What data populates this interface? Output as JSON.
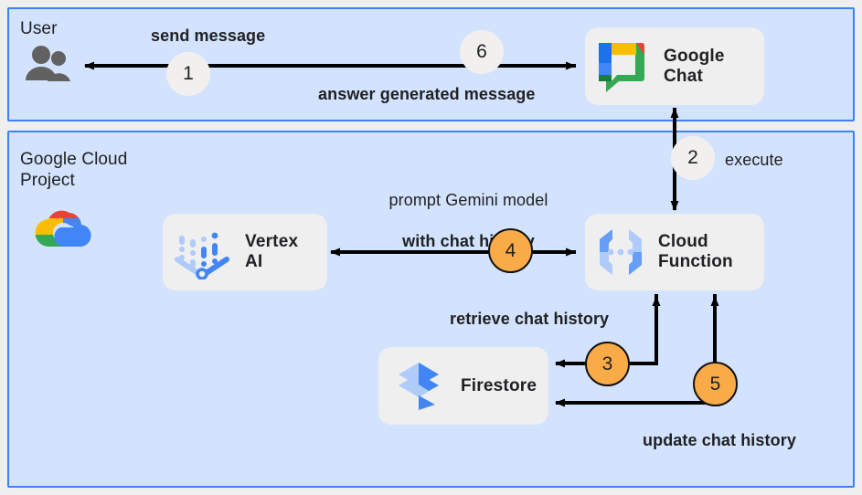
{
  "diagram": {
    "title_semantic": "google-chat-gemini-architecture",
    "colors": {
      "panel_fill": "#d3e3fd",
      "panel_border": "#3b82f6",
      "card_fill": "#efefef",
      "badge_orange": "#f9ab48",
      "badge_plain": "#f2f0ee",
      "wire": "#000000",
      "canvas": "#efefef"
    },
    "panels": [
      {
        "id": "user",
        "title": "User"
      },
      {
        "id": "gcp",
        "title": "Google Cloud\nProject"
      }
    ],
    "nodes": [
      {
        "id": "google-chat",
        "label": "Google\nChat",
        "icon": "google-chat-icon"
      },
      {
        "id": "vertex-ai",
        "label": "Vertex\nAI",
        "icon": "vertex-ai-icon"
      },
      {
        "id": "cloud-function",
        "label": "Cloud\nFunction",
        "icon": "cloud-functions-icon"
      },
      {
        "id": "firestore",
        "label": "Firestore",
        "icon": "firestore-icon"
      },
      {
        "id": "user-actor",
        "label": "User",
        "icon": "users-icon"
      },
      {
        "id": "gcp-logo",
        "label": "Google Cloud",
        "icon": "google-cloud-icon"
      }
    ],
    "badges": [
      {
        "id": "1",
        "number": "1",
        "style": "plain"
      },
      {
        "id": "2",
        "number": "2",
        "style": "plain"
      },
      {
        "id": "3",
        "number": "3",
        "style": "orange"
      },
      {
        "id": "4",
        "number": "4",
        "style": "orange"
      },
      {
        "id": "5",
        "number": "5",
        "style": "orange"
      },
      {
        "id": "6",
        "number": "6",
        "style": "plain"
      }
    ],
    "edge_labels": {
      "send_message": "send message",
      "answer_generated_message": "answer generated message",
      "execute": "execute",
      "prompt_gemini_regular": "prompt Gemini model",
      "prompt_gemini_bold": "with chat history",
      "retrieve_chat_history": "retrieve chat history",
      "update_chat_history": "update chat history"
    },
    "flows": [
      {
        "step": "1",
        "from": "google-chat",
        "to": "user-actor",
        "label": "send message / answer generated message"
      },
      {
        "step": "2",
        "from": "google-chat",
        "to": "cloud-function",
        "label": "execute"
      },
      {
        "step": "3",
        "from": "cloud-function",
        "to": "firestore",
        "label": "retrieve chat history"
      },
      {
        "step": "4",
        "from": "cloud-function",
        "to": "vertex-ai",
        "label": "prompt Gemini model with chat history"
      },
      {
        "step": "5",
        "from": "cloud-function",
        "to": "firestore",
        "label": "update chat history"
      },
      {
        "step": "6",
        "from": "user-actor",
        "to": "google-chat",
        "label": "answer generated message"
      }
    ]
  }
}
